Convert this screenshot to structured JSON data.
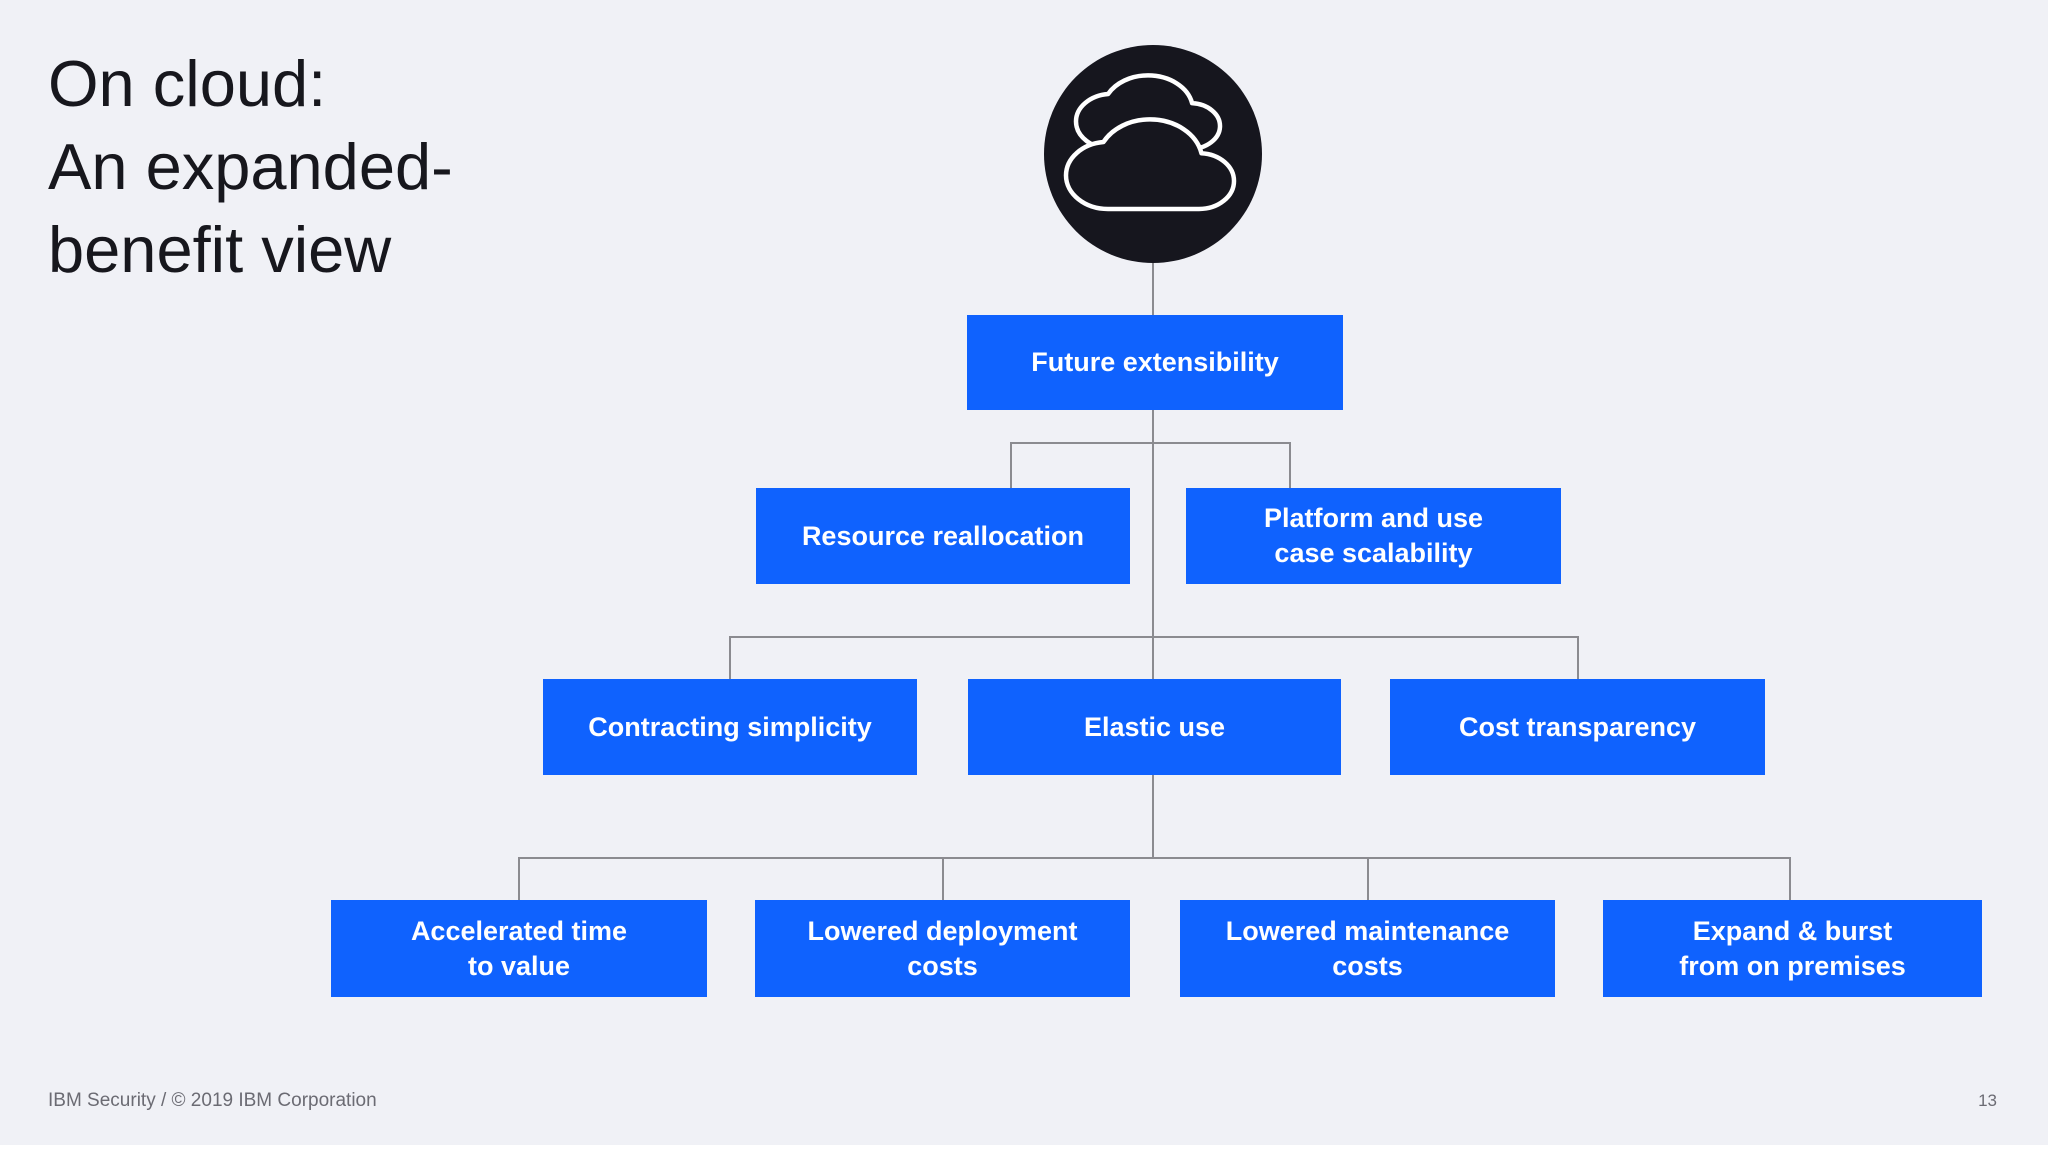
{
  "title": {
    "lines": [
      "On cloud:",
      "An expanded-",
      "benefit view"
    ]
  },
  "icons": {
    "root_badge": "double-cloud-icon"
  },
  "tree": {
    "root": "Future extensibility",
    "level2": [
      "Resource reallocation",
      "Platform and use\ncase scalability"
    ],
    "level3": [
      "Contracting simplicity",
      "Elastic use",
      "Cost transparency"
    ],
    "level4": [
      "Accelerated time\nto value",
      "Lowered deployment\ncosts",
      "Lowered maintenance\ncosts",
      "Expand & burst\nfrom on premises"
    ]
  },
  "footer": {
    "left": "IBM Security / © 2019 IBM Corporation",
    "page": "13"
  },
  "colors": {
    "background": "#f0f1f6",
    "accent_blue": "#0f62fe",
    "circle_dark": "#16161e",
    "connector_gray": "#8b8b90",
    "title_text": "#17171d",
    "footer_text": "#6b6b73",
    "box_text": "#ffffff"
  }
}
